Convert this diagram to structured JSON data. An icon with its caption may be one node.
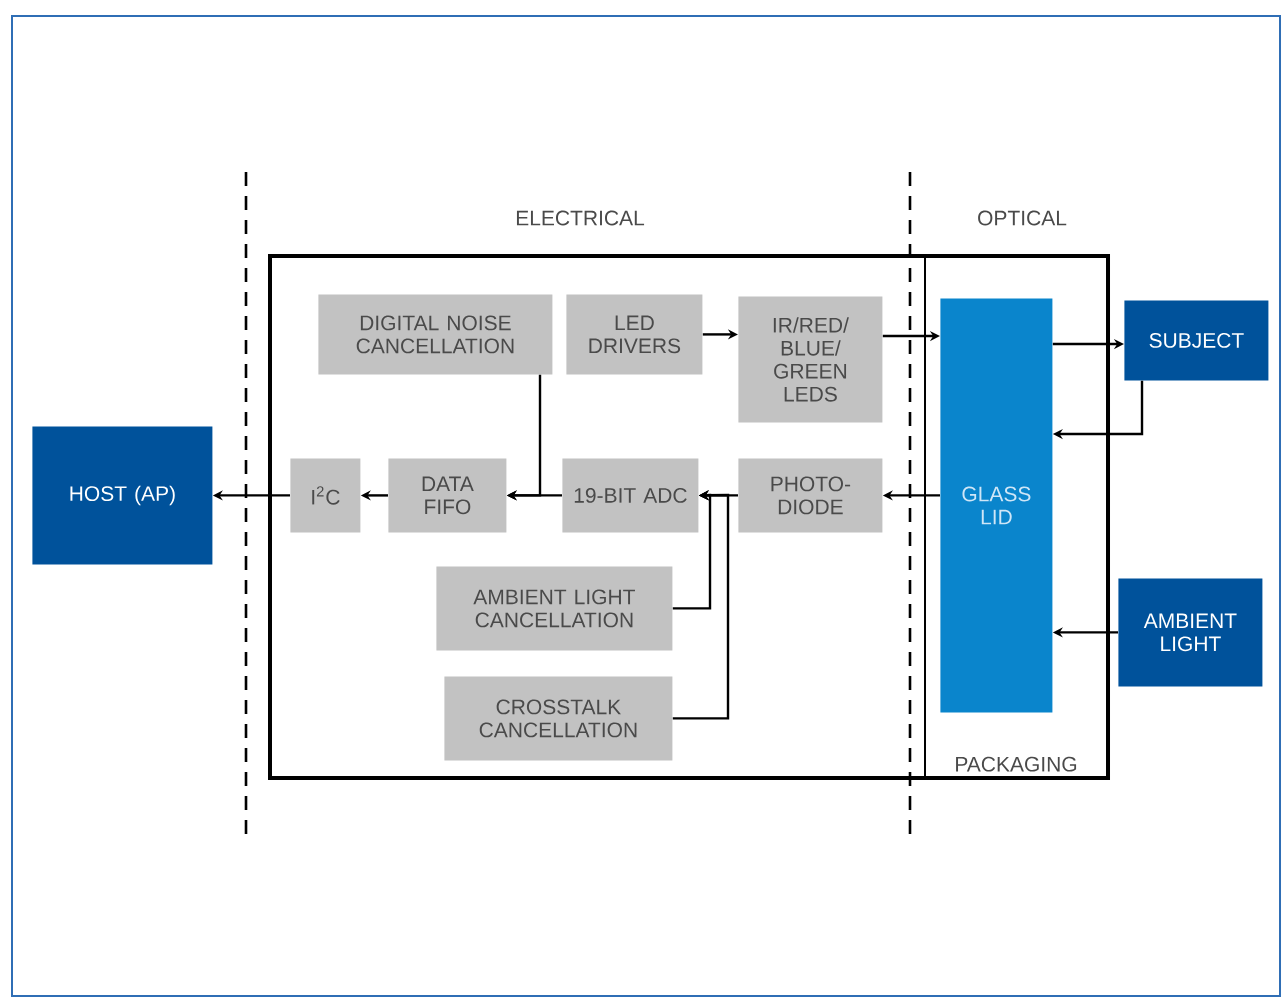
{
  "diagram": {
    "nodes": [
      {
        "text": [],
        "shape": "box"
      },
      {
        "text": [
          "PACKAGING"
        ],
        "in": 0
      },
      {
        "text": [
          "DIGITAL NOISE CANCELLATION"
        ],
        "in": 0
      },
      {
        "text": [
          "LED DRIVERS"
        ],
        "in": 0
      },
      {
        "text": [
          "IR/RED/BLUE/GREEN LEDS"
        ],
        "in": 0
      },
      {
        "text": [
          "HOST (AP)"
        ]
      },
      {
        "text": [
          "I$^{2}$C"
        ],
        "in": 0
      },
      {
        "text": [
          "DATA FIFO"
        ],
        "in": 0
      },
      {
        "text": [
          "19-BIT ADC"
        ],
        "in": 0
      },
      {
        "text": [
          "PHOTO-DIODE"
        ],
        "in": 0
      },
      {
        "text": [
          "GLASS LID"
        ],
        "in": 1
      },
      {
        "text": [
          "SUBJECT"
        ]
      },
      {
        "text": [
          "AMBIENT LIGHT"
        ]
      },
      {
        "text": [
          "AMBIENT LIGHT CANCELLATION"
        ],
        "in": 0
      },
      {
        "text": [
          "CROSSTALK CANCELLATION"
        ],
        "in": 0
      }
    ],
    "edges": [
      {
        "from": 3,
        "to": 4,
        "arrow": "to"
      },
      {
        "from": 4,
        "to": 10,
        "arrow": "to"
      },
      {
        "from": 10,
        "to": 11,
        "arrow": "to"
      },
      {
        "from": 11,
        "to": 10,
        "arrow": "to"
      },
      {
        "from": 12,
        "to": 10,
        "arrow": "to"
      },
      {
        "from": 10,
        "to": 9,
        "arrow": "to"
      },
      {
        "from": 9,
        "to": 8,
        "arrow": "to"
      },
      {
        "from": 13,
        "to": 8,
        "arrow": "to"
      },
      {
        "from": 14,
        "to": 8,
        "arrow": "to"
      },
      {
        "from": 8,
        "to": 7,
        "arrow": "to"
      },
      {
        "from": 2,
        "to": 7,
        "arrow": "to"
      },
      {
        "from": 7,
        "to": 6,
        "arrow": "to"
      },
      {
        "from": 6,
        "to": 5,
        "arrow": "to"
      }
    ],
    "labels": [
      "ELECTRICAL",
      "OPTICAL"
    ]
  }
}
